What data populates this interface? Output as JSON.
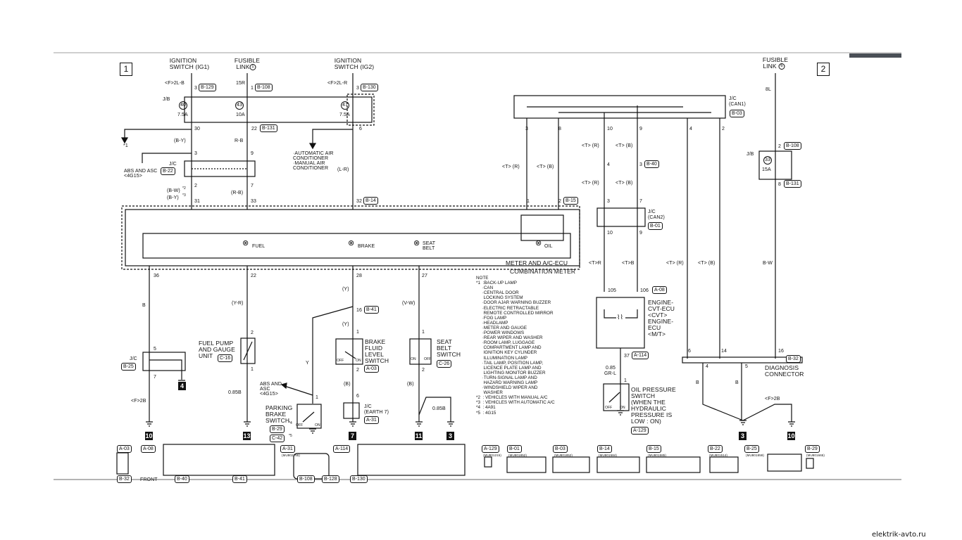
{
  "page": {
    "left_marker": "1",
    "right_marker": "2",
    "watermark": "elektrik-avto.ru"
  },
  "top_labels": {
    "ig1_line1": "IGNITION",
    "ig1_line2": "SWITCH (IG1)",
    "fl1_line1": "FUSIBLE",
    "fl1_line2": "LINK",
    "ig2_line1": "IGNITION",
    "ig2_line2": "SWITCH (IG2)",
    "fl6_line1": "FUSIBLE",
    "fl6_line2": "LINK",
    "fl1_num": "1",
    "fl6_num": "6"
  },
  "wire_codes": {
    "f2lb": "<F>2L-B",
    "r15": "15R",
    "f2lr": "<F>2L-R",
    "l8": "8L",
    "by": "(B-Y)",
    "rb": "R-B",
    "lr": "(L-R)",
    "bw2": "(B-W)",
    "by3": "(B-Y)",
    "rb2": "(R-B)",
    "b": "B",
    "yr": "(Y-R)",
    "y1": "(Y)",
    "vw": "(V-W)",
    "y2": "(Y)",
    "y3": "Y",
    "b085": "0.85B",
    "b1": "(B)",
    "b2": "(B)",
    "b085b": "0.85B",
    "f2b": "<F>2B",
    "f2b2": "<F>2B",
    "bw": "B-W",
    "gr085": "0.85",
    "grl": "GR-L",
    "tr1": "<T> (R)",
    "tb1": "<T> (B)",
    "tr2": "<T> (R)",
    "tb2": "<T> (B)",
    "tr3": "<T> (R)",
    "tb3": "<T> (B)",
    "tr4": "<T>R",
    "tb4": "<T>B",
    "tr5": "<T> (R)",
    "tb5": "<T> (B)",
    "bb1": "B",
    "bb2": "B"
  },
  "connectors": {
    "b129": "B-129",
    "b108": "B-108",
    "b130": "B-130",
    "b131": "B-131",
    "b22": "B-22",
    "b14": "B-14",
    "b15": "B-15",
    "b03": "B-03",
    "b40": "B-40",
    "b01": "B-01",
    "a08": "A-08",
    "a114": "A-114",
    "a129": "A-129",
    "b32": "B-32",
    "b41": "B-41",
    "a03": "A-03",
    "c26": "C-26",
    "c16": "C-16",
    "b25": "B-25",
    "a31": "A-31",
    "b29": "B-29",
    "c42": "C-42",
    "b108b": "B-108",
    "b131b": "B-131"
  },
  "pins": {
    "p3a": "3",
    "p1a": "1",
    "p3b": "3",
    "p30": "30",
    "p22a": "22",
    "p6": "6",
    "p3c": "3",
    "p9a": "9",
    "p2a": "2",
    "p7a": "7",
    "p31": "31",
    "p33": "33",
    "p32": "32",
    "p36": "36",
    "p22b": "22",
    "p28": "28",
    "p27": "27",
    "p16": "16",
    "p1b": "1",
    "p2b": "2",
    "p6b": "6",
    "p1c": "1",
    "p2c": "2",
    "p2d": "2",
    "p1d": "1",
    "p5": "5",
    "p7b": "7",
    "p1e": "1",
    "pc1": "3",
    "pc2": "8",
    "pc3": "10",
    "pc4": "9",
    "pc5": "4",
    "pc6": "2",
    "pc7": "4",
    "pc8": "3",
    "pc9": "1",
    "pc10": "2",
    "pc11": "3",
    "pc12": "7",
    "pc13": "10",
    "pc14": "9",
    "p105": "105",
    "p106": "106",
    "p37": "37",
    "p1f": "1",
    "pd6": "6",
    "pd14": "14",
    "pd16": "16",
    "pd4": "4",
    "pd5": "5",
    "p2r": "2",
    "p8r": "8"
  },
  "fuses": {
    "jb": "J/B",
    "f40": "40",
    "f43": "43",
    "f47": "47",
    "a75a": "7.5A",
    "a10": "10A",
    "a75b": "7.5A",
    "jb2": "J/B",
    "f33": "33",
    "a15": "15A"
  },
  "components": {
    "jc1": "J/C",
    "jc1_sub": "ABS AND ASC",
    "jc1_sub2": "<4G15>",
    "star1": "*1",
    "aac1": "·AUTOMATIC AIR",
    "aac2": " CONDITIONER",
    "aac3": "·MANUAL AIR",
    "aac4": " CONDITIONER",
    "meter1": "METER AND A/C-ECU",
    "meter2": "COMBINATION METER",
    "fuel": "FUEL",
    "brake": "BRAKE",
    "seat1": "SEAT",
    "seat2": "BELT",
    "oil": "OIL",
    "jccan1a": "J/C",
    "jccan1b": "(CAN1)",
    "jccan2a": "J/C",
    "jccan2b": "(CAN2)",
    "ecu1": "ENGINE-",
    "ecu2": "CVT-ECU",
    "ecu3": "<CVT>",
    "ecu4": "ENGINE-",
    "ecu5": "ECU",
    "ecu6": "<M/T>",
    "ops1": "OIL PRESSURE",
    "ops2": "SWITCH",
    "ops3": "(WHEN THE",
    "ops4": "HYDRAULIC",
    "ops5": "PRESSURE IS",
    "ops6": "LOW : ON)",
    "diag1": "DIAGNOSIS",
    "diag2": "CONNECTOR",
    "fpump1": "FUEL PUMP",
    "fpump2": "AND GAUGE",
    "fpump3": "UNIT",
    "bfl1": "BRAKE",
    "bfl2": "FLUID",
    "bfl3": "LEVEL",
    "bfl4": "SWITCH",
    "sbs1": "SEAT",
    "sbs2": "BELT",
    "sbs3": "SWITCH",
    "jcearth1": "J/C",
    "jcearth2": "(EARTH 7)",
    "pbs1": "PARKING",
    "pbs2": "BRAKE",
    "pbs3": "SWITCH",
    "abs2a": "ABS AND",
    "abs2b": "ASC",
    "abs2c": "<4G15>",
    "jc25": "J/C",
    "off": "OFF",
    "on": "ON",
    "star4": "*4",
    "star5": "*5",
    "star2": "*2",
    "star3": "*3"
  },
  "grounds": {
    "g10a": "10",
    "g4": "4",
    "g13": "13",
    "g7": "7",
    "g11": "11",
    "g3a": "3",
    "g3b": "3",
    "g10b": "10"
  },
  "note": "NOTE\n*1  :BACK-UP LAMP\n     ·CAN\n     ·CENTRAL DOOR\n      LOCKING SYSTEM\n     ·DOOR AJAR WARNING BUZZER\n     ·ELECTRIC RETRACTABLE\n      REMOTE CONTROLLED MIRROR\n     ·FOG LAMP\n     ·HEADLAMP\n     ·METER AND GAUGE\n     ·POWER WINDOWS\n     ·REAR WIPER AND WASHER\n     ·ROOM LAMP, LUGGAGE\n      COMPARTMENT LAMP AND\n      IGNITION KEY CYLINDER\n      ILLUMINATION LAMP\n     ·TAIL LAMP, POSITION LAMP,\n      LICENCE PLATE LAMP AND\n      LIGHTING MONITOR BUZZER\n     ·TURN-SIGNAL LAMP AND\n      HAZARD WARNING LAMP\n     ·WINDSHIELD WIPER AND\n      WASHER\n*2  : VEHICLES WITH MANUAL A/C\n*3  : VEHICLES WITH AUTOMATIC A/C\n*4  : 4A91\n*5  : 4G15",
  "bottom_refs": {
    "a03": "A-03",
    "a08": "A-08",
    "a31": "A-31",
    "a114": "A-114",
    "a129": "A-129",
    "b01": "B-01",
    "b03": "B-03",
    "b14": "B-14",
    "b15": "B-15",
    "b22": "B-22",
    "b25": "B-25",
    "b29": "B-29",
    "b32": "B-32",
    "b40": "B-40",
    "b41": "B-41",
    "b108": "B-108",
    "b128": "B-128",
    "b130": "B-130",
    "front": "FRONT",
    "mu1": "(MU802755)",
    "mu2": "(MU801215)",
    "mu3": "(MU801852)",
    "mu4": "(MU801852)",
    "mu5": "(MU801584)",
    "mu6": "(MU801585)",
    "mu7": "(MU801514)",
    "mu8": "(MU801859)",
    "mu9": "(MU801665)"
  }
}
